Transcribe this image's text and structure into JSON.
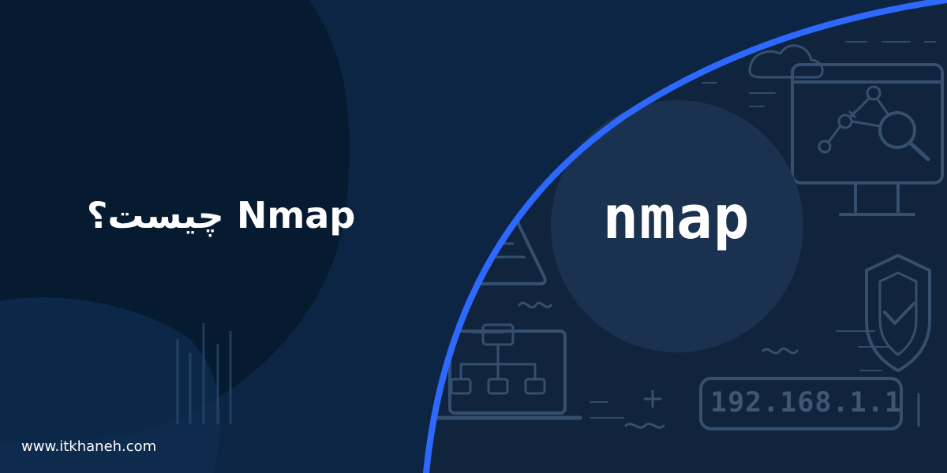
{
  "headline": "Nmap چیست؟",
  "website": "www.itkhaneh.com",
  "logo_text": "nmap",
  "ip_label": "192.168.1.1",
  "icons": [
    "cloud-icon",
    "monitor-network-icon",
    "flask-icon",
    "shield-check-icon",
    "laptop-hierarchy-icon",
    "ip-address-box"
  ],
  "colors": {
    "background": "#0c2544",
    "dark_shape": "#061a30",
    "arc_stroke": "#2d68ff",
    "panel": "#10243d",
    "circle": "#1a314f",
    "icon_stroke": "#35506f",
    "text": "#ffffff"
  }
}
